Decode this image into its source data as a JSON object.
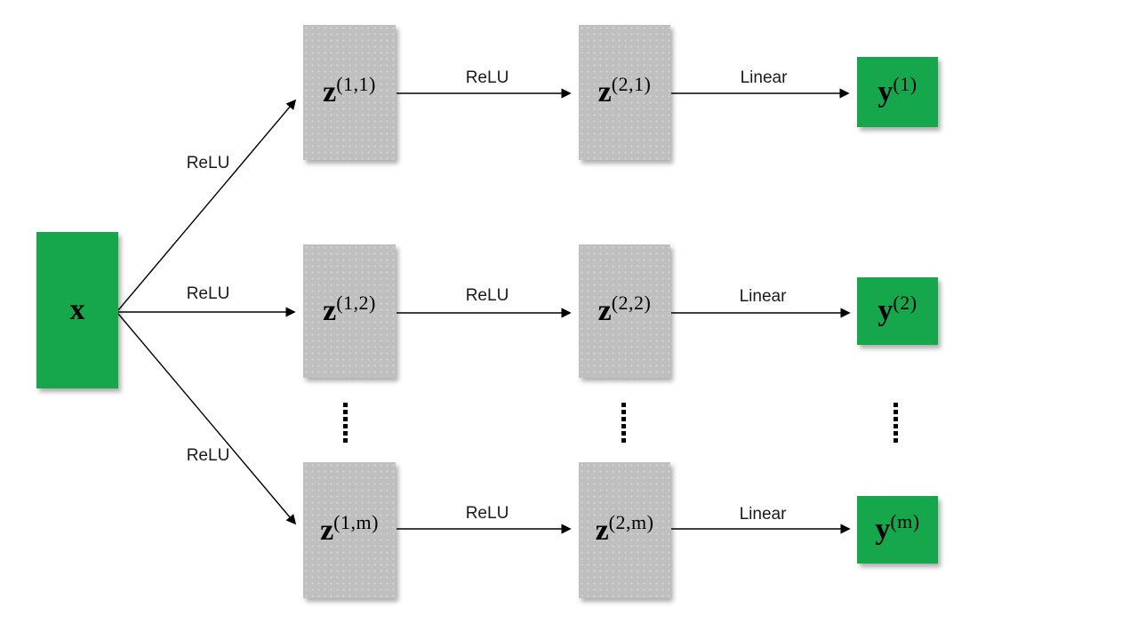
{
  "colors": {
    "green": "#16A74C",
    "gray": "#BFBFBF",
    "gray_dot": "#D3D3D3",
    "arrow": "#000000",
    "background": "#FFFFFF"
  },
  "input_node": {
    "base": "x",
    "sup": ""
  },
  "rows": [
    {
      "z1": {
        "base": "z",
        "sup": "(1,1)"
      },
      "z2": {
        "base": "z",
        "sup": "(2,1)"
      },
      "y": {
        "base": "y",
        "sup": "(1)"
      },
      "fan_label": "ReLU",
      "hidden_label": "ReLU",
      "out_label": "Linear"
    },
    {
      "z1": {
        "base": "z",
        "sup": "(1,2)"
      },
      "z2": {
        "base": "z",
        "sup": "(2,2)"
      },
      "y": {
        "base": "y",
        "sup": "(2)"
      },
      "fan_label": "ReLU",
      "hidden_label": "ReLU",
      "out_label": "Linear"
    },
    {
      "z1": {
        "base": "z",
        "sup": "(1,m)"
      },
      "z2": {
        "base": "z",
        "sup": "(2,m)"
      },
      "y": {
        "base": "y",
        "sup": "(m)"
      },
      "fan_label": "ReLU",
      "hidden_label": "ReLU",
      "out_label": "Linear"
    }
  ]
}
